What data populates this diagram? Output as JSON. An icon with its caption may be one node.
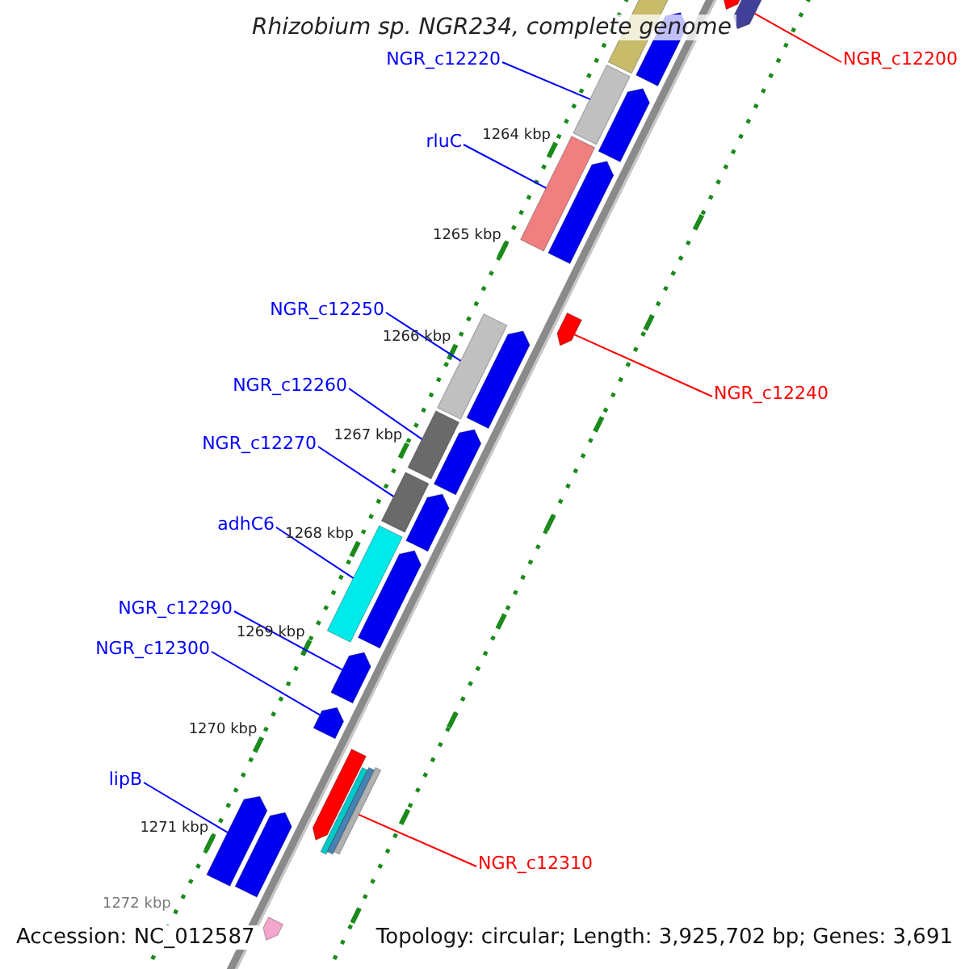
{
  "diagram": {
    "title": "Rhizobium sp. NGR234, complete genome",
    "nodes": [
      {
        "text": [
          "NGR_c12220"
        ]
      },
      {
        "text": [
          "NGR_c12200"
        ]
      },
      {
        "text": [
          "rluC"
        ]
      },
      {
        "text": [
          "NGR_c12250"
        ]
      },
      {
        "text": [
          "NGR_c12240"
        ]
      },
      {
        "text": [
          "NGR_c12260"
        ]
      },
      {
        "text": [
          "NGR_c12270"
        ]
      },
      {
        "text": [
          "adhC6"
        ]
      },
      {
        "text": [
          "NGR_c12290"
        ]
      },
      {
        "text": [
          "NGR_c12300"
        ]
      },
      {
        "text": [
          "lipB"
        ]
      },
      {
        "text": [
          "NGR_c12310"
        ]
      },
      {
        "text": [],
        "shape": "arrow"
      },
      {
        "text": [],
        "shape": "bar"
      },
      {
        "text": [],
        "shape": "bar"
      },
      {
        "text": [],
        "shape": "arrow"
      },
      {
        "text": [],
        "shape": "bar"
      },
      {
        "text": [],
        "shape": "bar"
      },
      {
        "text": [],
        "shape": "bar"
      },
      {
        "text": [],
        "shape": "bar"
      },
      {
        "text": [],
        "shape": "arrow"
      },
      {
        "text": [],
        "shape": "arrow"
      },
      {
        "text": [],
        "shape": "bar"
      },
      {
        "text": [],
        "shape": "arrow"
      }
    ],
    "edges": [
      {
        "from": 0,
        "to": 13,
        "arrow": "none"
      },
      {
        "from": 1,
        "to": 12,
        "arrow": "none",
        "color": "#ff0000"
      },
      {
        "from": 2,
        "to": 14,
        "arrow": "none"
      },
      {
        "from": 3,
        "to": 16,
        "arrow": "none"
      },
      {
        "from": 4,
        "to": 15,
        "arrow": "none",
        "color": "#ff0000"
      },
      {
        "from": 5,
        "to": 17,
        "arrow": "none"
      },
      {
        "from": 6,
        "to": 18,
        "arrow": "none"
      },
      {
        "from": 7,
        "to": 19,
        "arrow": "none"
      },
      {
        "from": 8,
        "to": 20,
        "arrow": "none"
      },
      {
        "from": 9,
        "to": 21,
        "arrow": "none"
      },
      {
        "from": 10,
        "to": 23,
        "arrow": "none"
      },
      {
        "from": 11,
        "to": 22,
        "arrow": "none",
        "color": "#ff0000"
      }
    ],
    "labels": [
      "1264 kbp",
      "1265 kbp",
      "1266 kbp",
      "1267 kbp",
      "1268 kbp",
      "1269 kbp",
      "1270 kbp",
      "1271 kbp",
      "1272 kbp",
      "Accession: NC_012587",
      "Topology: circular; Length: 3,925,702 bp; Genes: 3,691"
    ]
  }
}
